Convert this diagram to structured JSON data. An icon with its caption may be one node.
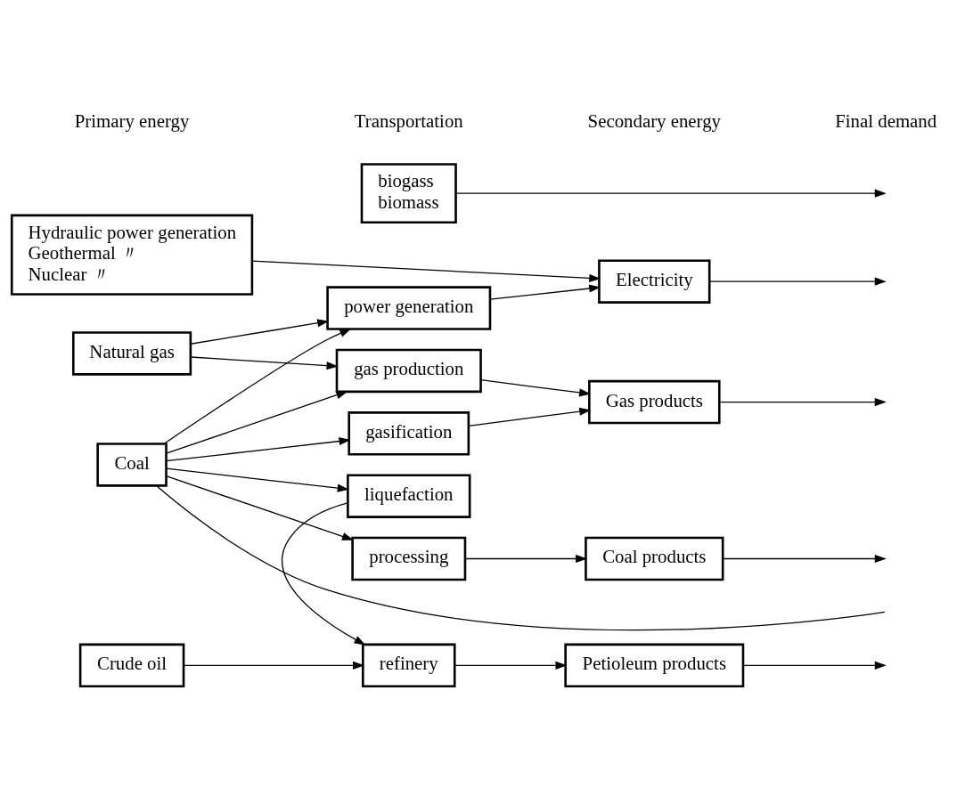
{
  "diagram": {
    "nodes": [
      {
        "text": [
          "Hydraulic power generation",
          "Geothermal 〃",
          "Nuclear 〃"
        ]
      },
      {
        "text": [
          "Crude oil"
        ]
      },
      {
        "text": [
          "Natural gas"
        ]
      },
      {
        "text": [
          "Coal"
        ]
      },
      {
        "text": [
          "power generation"
        ]
      },
      {
        "text": [
          "refinery"
        ]
      },
      {
        "text": [
          "gas production"
        ]
      },
      {
        "text": [
          "liquefaction"
        ]
      },
      {
        "text": [
          "gasification"
        ]
      },
      {
        "text": [
          "processing"
        ]
      },
      {
        "text": [
          "biogass",
          "biomass"
        ]
      },
      {
        "text": [
          "Electricity"
        ]
      },
      {
        "text": [
          "Petioleum products"
        ]
      },
      {
        "text": [
          "Gas products"
        ]
      },
      {
        "text": [
          "Coal products"
        ]
      }
    ],
    "edges": [
      {
        "from": 0,
        "to": 11,
        "arrow": "to"
      },
      {
        "from": 4,
        "to": 11,
        "arrow": "to"
      },
      {
        "from": 2,
        "to": 4,
        "arrow": "to"
      },
      {
        "from": 3,
        "to": 4,
        "arrow": "to"
      },
      {
        "from": 1,
        "to": 5,
        "arrow": "to"
      },
      {
        "from": 7,
        "to": 5,
        "arrow": "to"
      },
      {
        "from": 2,
        "to": 6,
        "arrow": "to"
      },
      {
        "from": 3,
        "to": 6,
        "arrow": "to"
      },
      {
        "from": 3,
        "to": 7,
        "arrow": "to"
      },
      {
        "from": 3,
        "to": 8,
        "arrow": "to"
      },
      {
        "from": 3,
        "to": 9,
        "arrow": "to"
      },
      {
        "from": 5,
        "to": 12,
        "arrow": "to"
      },
      {
        "from": 6,
        "to": 13,
        "arrow": "to"
      },
      {
        "from": 8,
        "to": 13,
        "arrow": "to"
      },
      {
        "from": 9,
        "to": 14,
        "arrow": "to"
      },
      {
        "from": 11,
        "to": null,
        "arrow": "to"
      },
      {
        "from": 12,
        "to": null,
        "arrow": "to"
      },
      {
        "from": 13,
        "to": null,
        "arrow": "to"
      },
      {
        "from": 14,
        "to": null,
        "arrow": "to"
      },
      {
        "from": 10,
        "to": null,
        "arrow": "to"
      },
      {
        "from": 3,
        "to": null,
        "arrow": "none"
      }
    ],
    "labels": [
      "Primary energy",
      "Transportation",
      "Secondary energy",
      "Final demand"
    ]
  }
}
